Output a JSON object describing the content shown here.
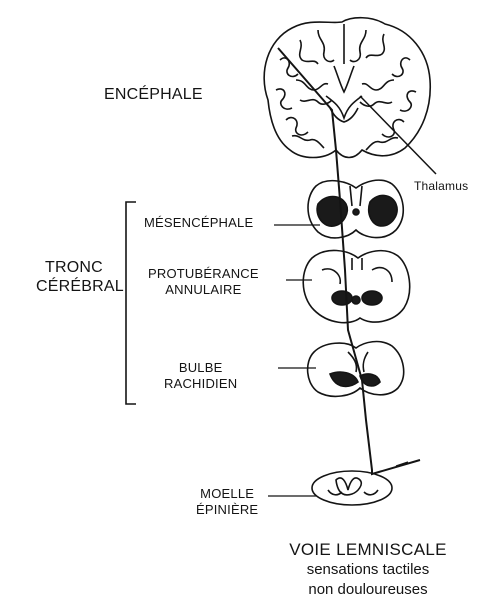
{
  "labels": {
    "encephale": "ENCÉPHALE",
    "thalamus": "Thalamus",
    "tronc_line1": "TRONC",
    "tronc_line2": "CÉRÉBRAL",
    "mesencephale": "MÉSENCÉPHALE",
    "protuberance_line1": "PROTUBÉRANCE",
    "protuberance_line2": "ANNULAIRE",
    "bulbe_line1": "BULBE",
    "bulbe_line2": "RACHIDIEN",
    "moelle_line1": "MOELLE",
    "moelle_line2": "ÉPINIÈRE"
  },
  "caption": {
    "title": "VOIE LEMNISCALE",
    "line1": "sensations tactiles",
    "line2": "non douloureuses"
  },
  "colors": {
    "ink": "#141414",
    "fill_dark": "#1a1a1a",
    "background": "#ffffff"
  }
}
